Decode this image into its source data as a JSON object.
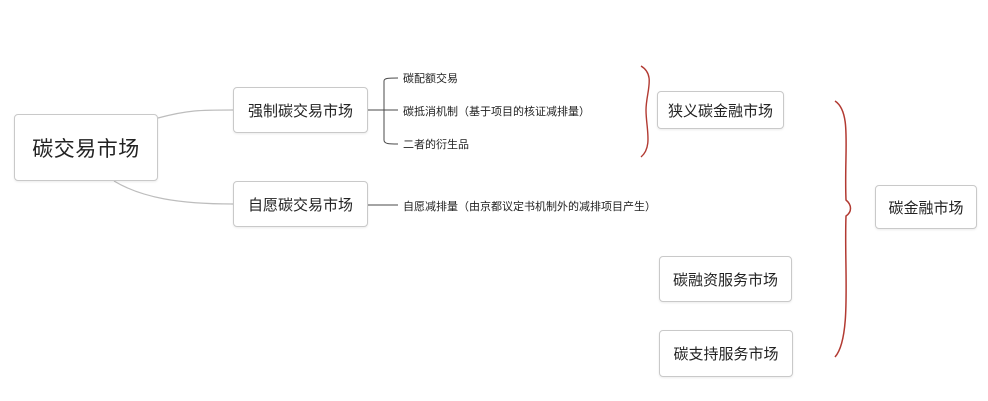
{
  "diagram": {
    "root": "碳交易市场",
    "branches": {
      "forced": "强制碳交易市场",
      "voluntary": "自愿碳交易市场"
    },
    "leaves": {
      "allowance": "碳配额交易",
      "offset": "碳抵消机制（基于项目的核证减排量）",
      "derivative": "二者的衍生品",
      "voluntary_reduction": "自愿减排量（由京都议定书机制外的减排项目产生）"
    },
    "groups": {
      "narrow": "狭义碳金融市场",
      "financing": "碳融资服务市场",
      "support": "碳支持服务市场",
      "finance": "碳金融市场"
    },
    "colors": {
      "connector": "#bdbdbd",
      "bracket": "#b23a32",
      "node_border": "#c9c9c9"
    }
  }
}
